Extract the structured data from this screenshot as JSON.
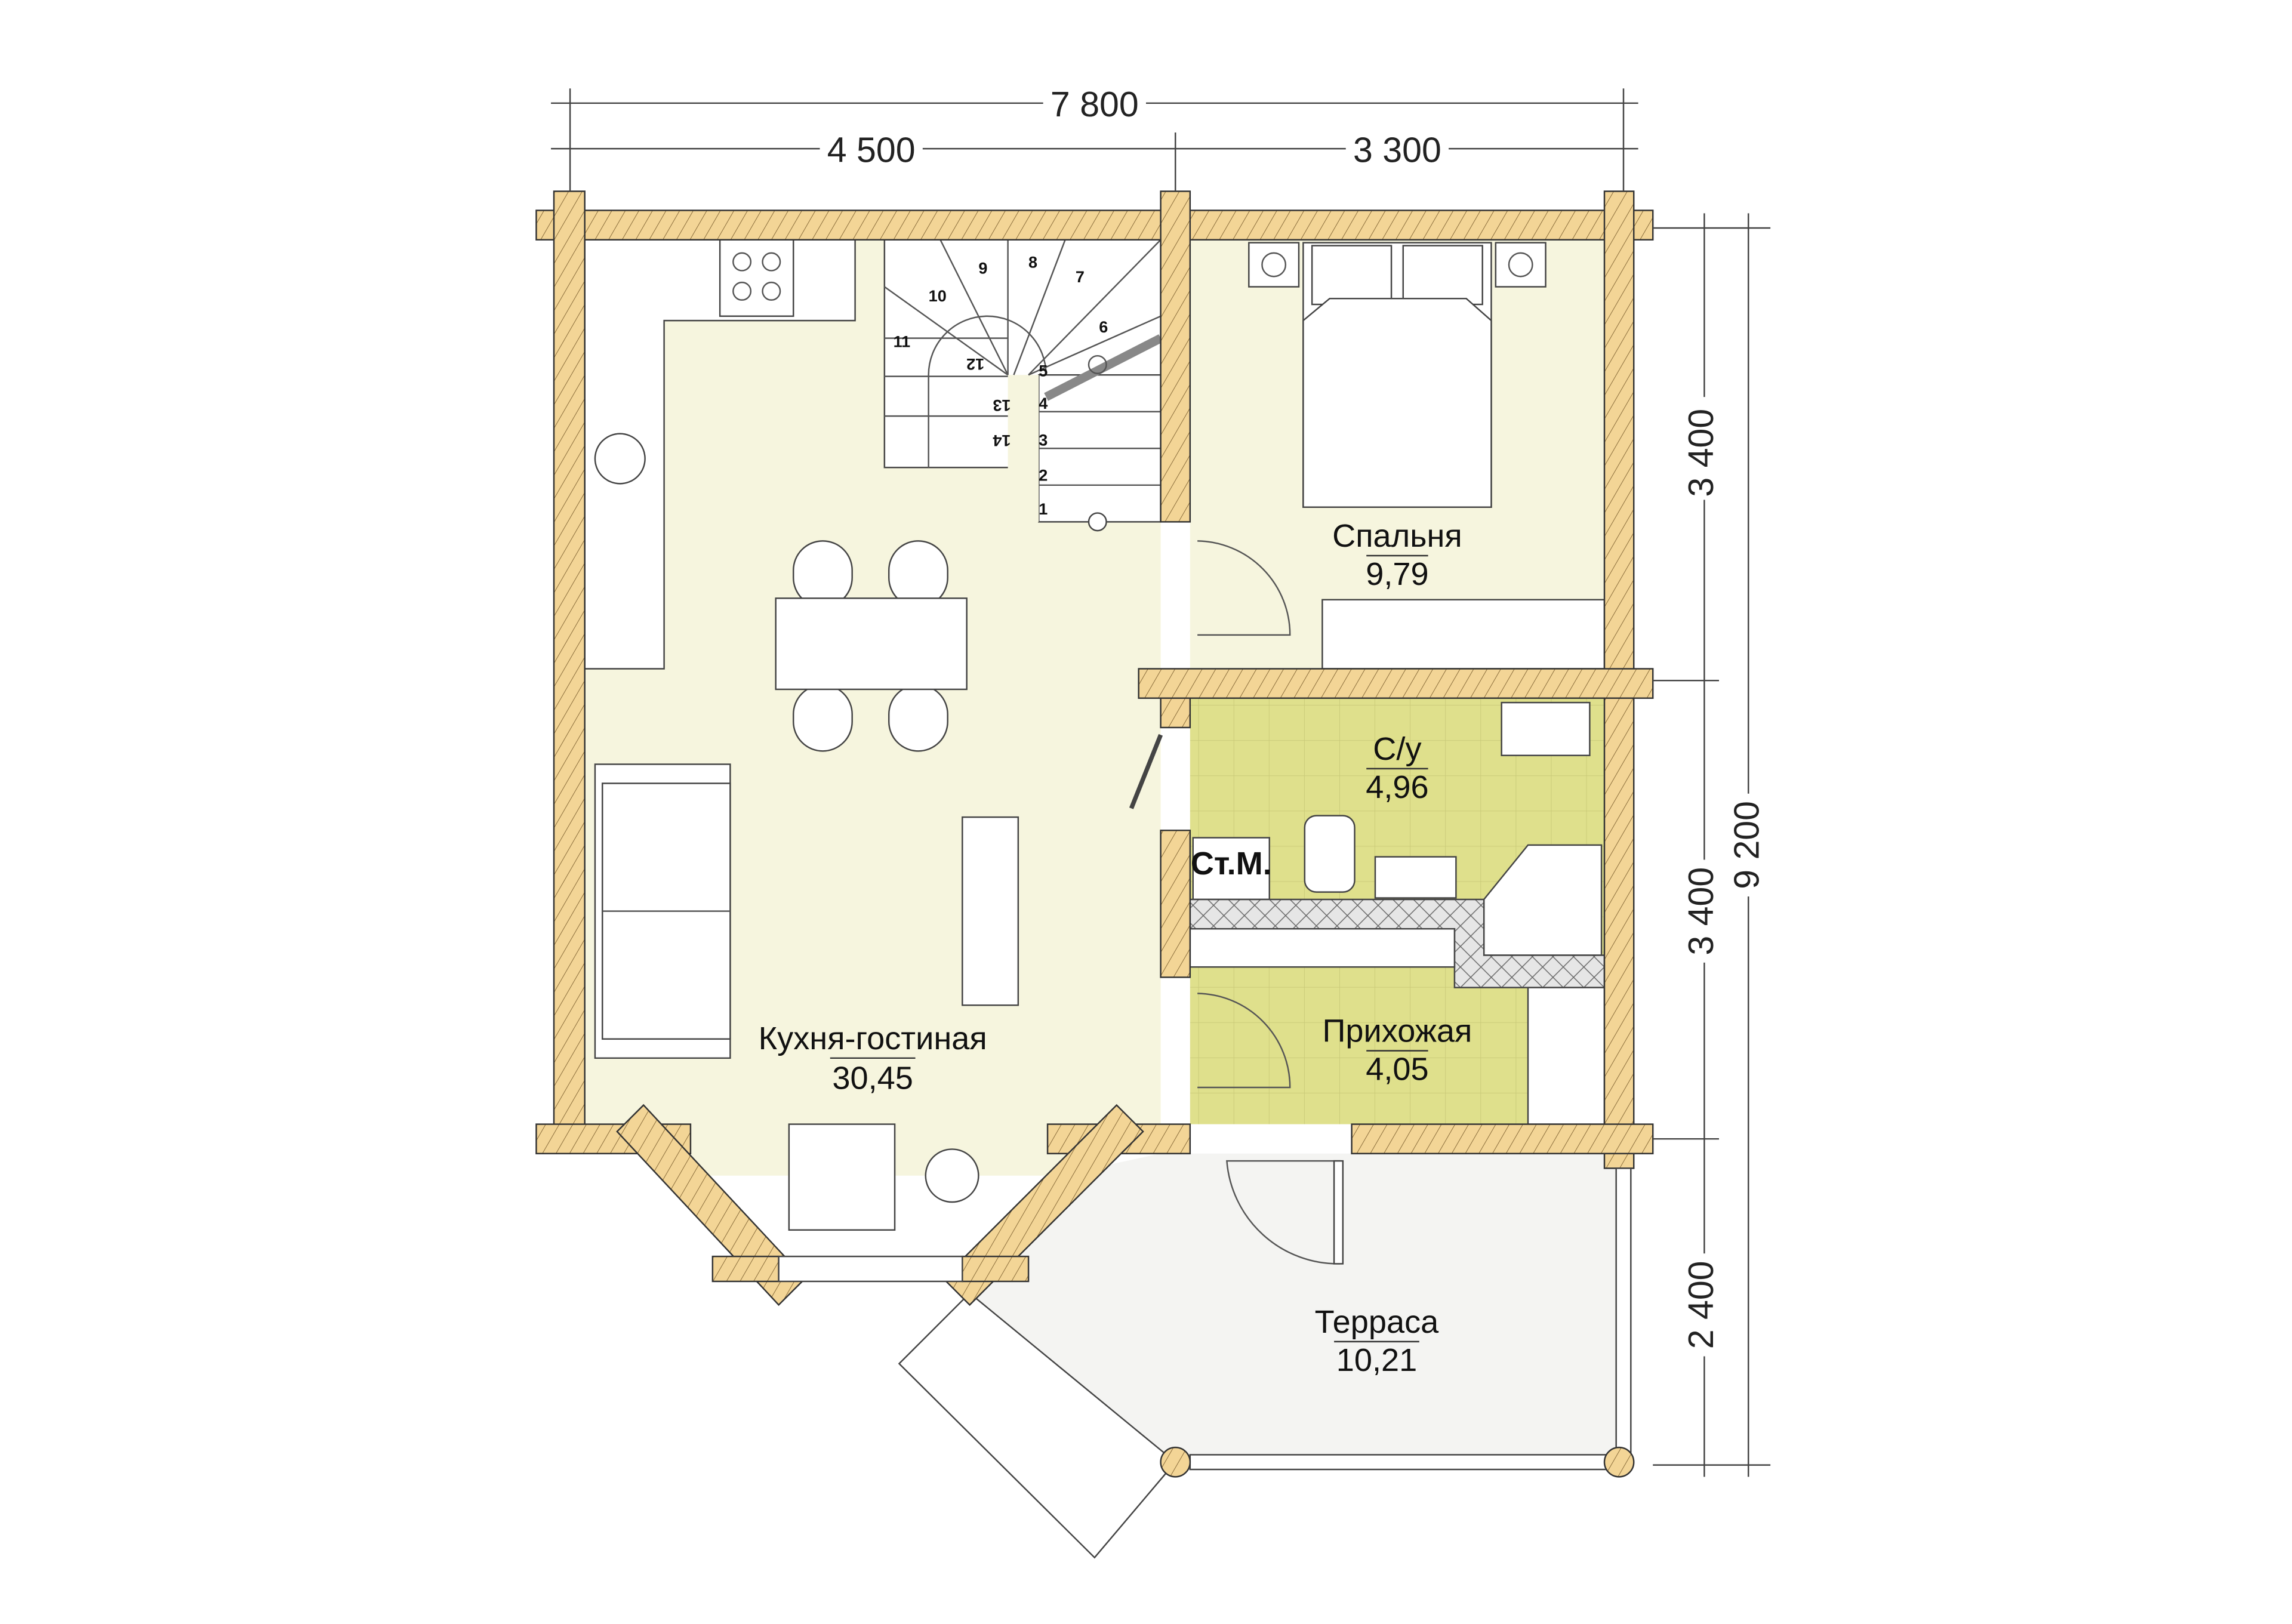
{
  "dimensions": {
    "total_width": "7 800",
    "left_width": "4 500",
    "right_width": "3 300",
    "total_depth": "9 200",
    "depth_bedroom": "3 400",
    "depth_bath": "3 400",
    "depth_terrace": "2 400"
  },
  "rooms": [
    {
      "name": "Спальня",
      "area": "9,79"
    },
    {
      "name": "С/у",
      "area": "4,96"
    },
    {
      "name": "Прихожая",
      "area": "4,05"
    },
    {
      "name": "Кухня-гостиная",
      "area": "30,45"
    },
    {
      "name": "Терраса",
      "area": "10,21"
    }
  ],
  "fixtures": {
    "washing_machine": "Ст.М."
  },
  "stairs": {
    "steps": [
      "1",
      "2",
      "3",
      "4",
      "5",
      "6",
      "7",
      "8",
      "9",
      "10",
      "11",
      "12",
      "13",
      "14"
    ]
  },
  "colors": {
    "wall": "#f3d596",
    "living": "#f6f5de",
    "wet": "#dfe08c",
    "terrace": "#f4f4f2"
  }
}
